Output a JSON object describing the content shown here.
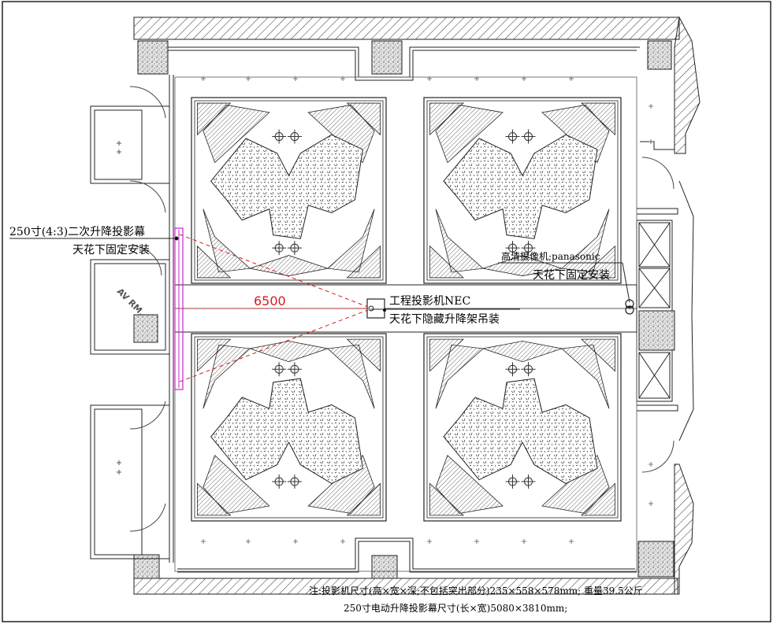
{
  "labels": {
    "screen_line1": "250寸(4:3)二次升降投影幕",
    "screen_line2": "天花下固定安装",
    "camera_line1": "高清摄像机;panasonic",
    "camera_line2": "天花下固定安装",
    "projector_line1": "工程投影机NEC",
    "projector_line2": "天花下隐藏升降架吊装",
    "dimension": "6500",
    "av_room": "AV RM."
  },
  "notes": {
    "line1": "注:投影机尺寸(高×宽×深;不包括突出部分)235×558×578mm; 重量39.5公斤",
    "line2": "250寸电动升降投影幕尺寸(长×宽)5080×3810mm;"
  },
  "colors": {
    "screen": "#cc22cc",
    "projection_lines": "#d81b1b",
    "linework": "#222222"
  }
}
